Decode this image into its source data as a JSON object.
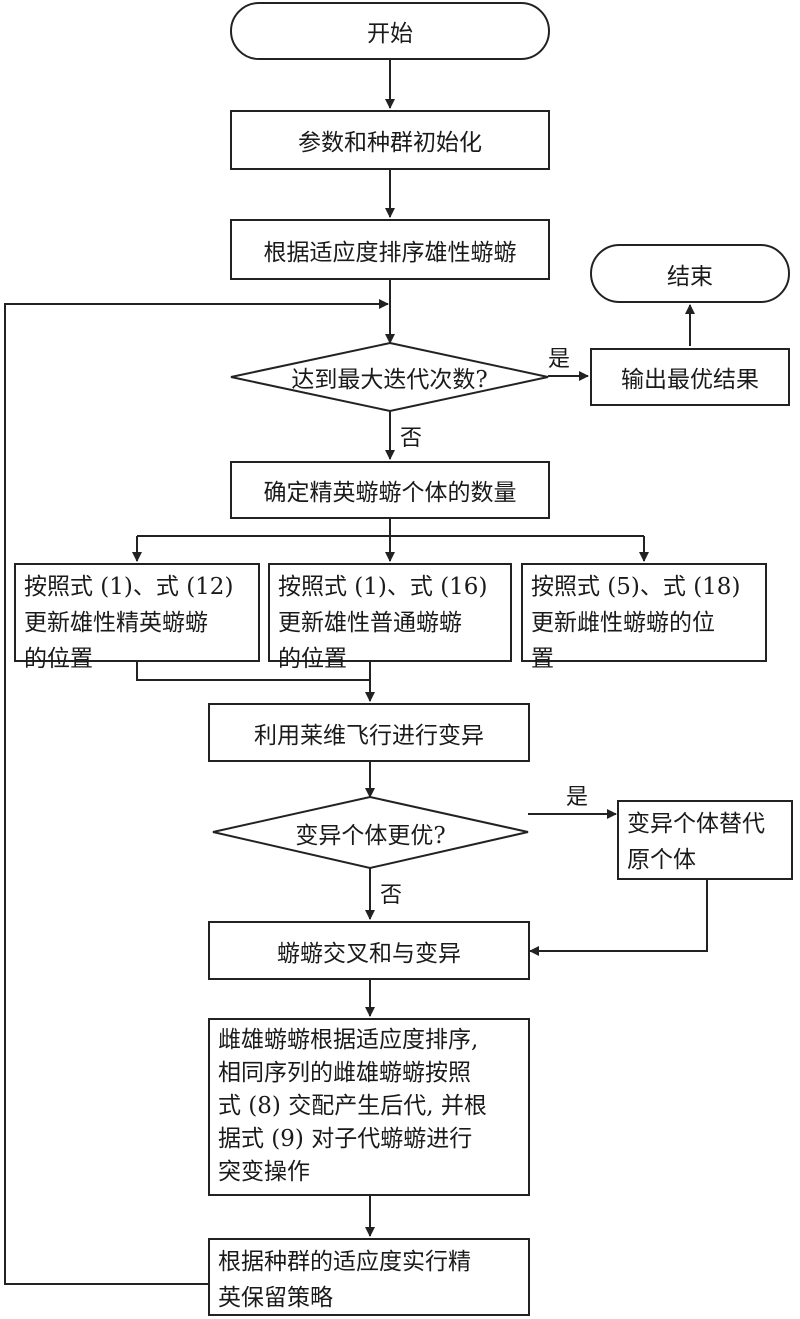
{
  "nodes": {
    "start": "开始",
    "init": "参数和种群初始化",
    "sort_male": "根据适应度排序雄性蝣蝣",
    "max_iter": "达到最大迭代次数?",
    "output": "输出最优结果",
    "end": "结束",
    "elite_count": "确定精英蝣蝣个体的数量",
    "update_elite": "按照式 (1)、式 (12)\n更新雄性精英蝣蝣\n的位置",
    "update_normal": "按照式 (1)、式 (16)\n更新雄性普通蝣蝣\n的位置",
    "update_female": "按照式 (5)、式 (18)\n更新雌性蝣蝣的位\n置",
    "levy": "利用莱维飞行进行变异",
    "better": "变异个体更优?",
    "replace": "变异个体替代\n原个体",
    "crossover": "蝣蝣交叉和与变异",
    "mating": "雌雄蝣蝣根据适应度排序,\n相同序列的雌雄蝣蝣按照\n式 (8) 交配产生后代, 并根\n据式 (9) 对子代蝣蝣进行\n突变操作",
    "elitism": "根据种群的适应度实行精\n英保留策略"
  },
  "edge_labels": {
    "yes_1": "是",
    "no_1": "否",
    "yes_2": "是",
    "no_2": "否"
  }
}
